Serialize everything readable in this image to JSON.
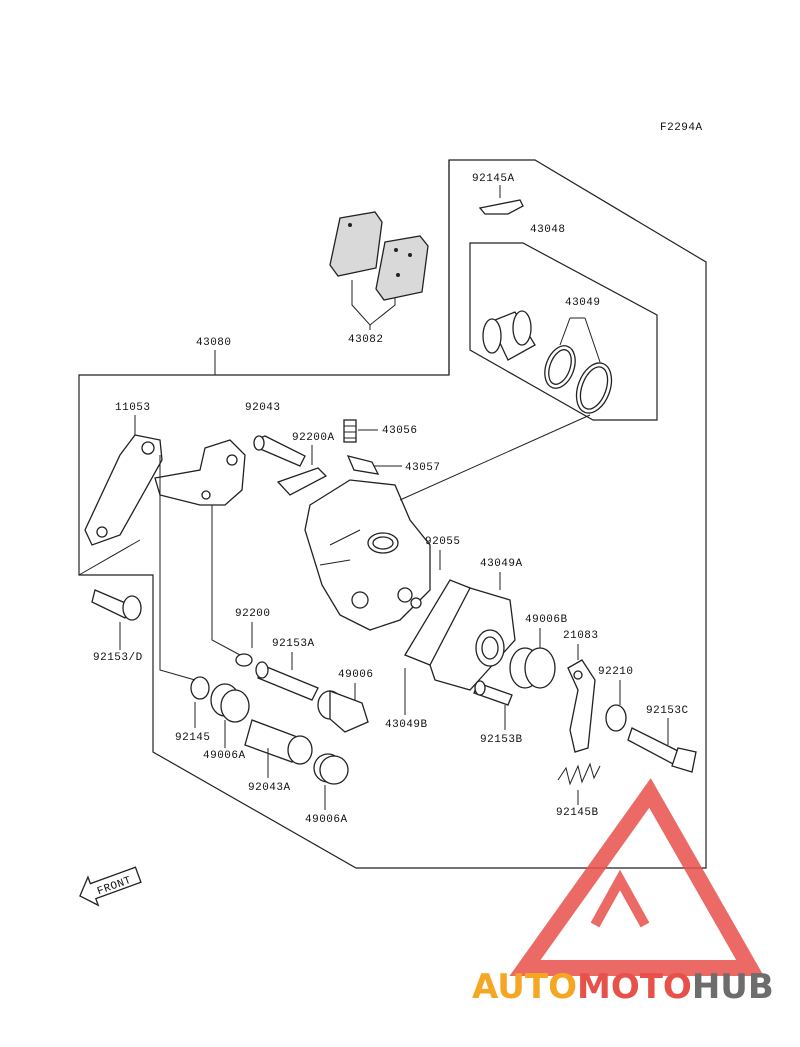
{
  "diagram_code": "F2294A",
  "front_label": "FRONT",
  "parts": {
    "p92145A": "92145A",
    "p43048": "43048",
    "p43049": "43049",
    "p43082": "43082",
    "p43080": "43080",
    "p11053": "11053",
    "p92043": "92043",
    "p92200A": "92200A",
    "p43056": "43056",
    "p43057": "43057",
    "p92055": "92055",
    "p43049A": "43049A",
    "p49006B": "49006B",
    "p21083": "21083",
    "p92210": "92210",
    "p92153C": "92153C",
    "p92153D": "92153/D",
    "p92200": "92200",
    "p92153A": "92153A",
    "p49006": "49006",
    "p43049B": "43049B",
    "p92153B": "92153B",
    "p92145": "92145",
    "p49006A_1": "49006A",
    "p92043A": "92043A",
    "p49006A_2": "49006A",
    "p92145B": "92145B"
  },
  "watermark": {
    "part1": "AUTO",
    "part2": "MOTO",
    "part3": "HUB",
    "color_orange": "#f5a623",
    "color_red": "#e8504a",
    "color_grey": "#6d6d6d"
  }
}
